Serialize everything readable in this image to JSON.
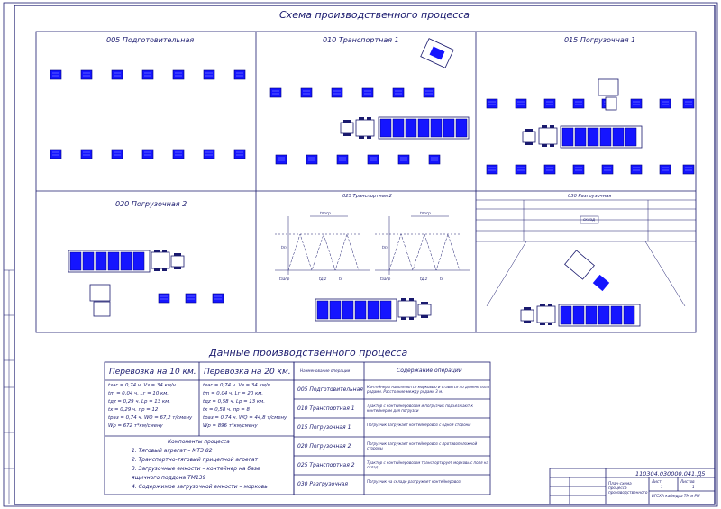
{
  "title": "Схема производственного процесса",
  "panels": {
    "p005": "005 Подготовительная",
    "p010": "010 Транспортная 1",
    "p015": "015 Погрузочная 1",
    "p020": "020 Погрузочная 2",
    "p025": "025 Транспортная 2",
    "p030": "030 Разгрузочная"
  },
  "diagram_labels": {
    "tpogr": "tпогр",
    "tm": "tm",
    "txx": "tх",
    "tdz": "tд.z",
    "tzagr": "tзагр",
    "sklad": "склад"
  },
  "data_title": "Данные производственного процесса",
  "transport": {
    "h10": "Перевозка на 10 км.",
    "h20": "Перевозка на 20 км.",
    "col10": [
      "tзаг = 0,74 ч.   Vз = 34 км/ч",
      "tm = 0,04 ч.     Lг = 10 км.",
      "tдz = 0,29 ч.    Lр = 13 км.",
      "tх = 0,29 ч.     пр = 12",
      "tраз = 0,74 ч.   WQ = 67,2 т/смену",
      "Wр = 672 т*км/смену"
    ],
    "col20": [
      "tзаг = 0,74 ч.   Vз = 34 км/ч",
      "tm = 0,04 ч.     Lг = 20 км.",
      "tдz = 0,58 ч.    Lр = 13 км.",
      "tх = 0,58 ч.     пр = 8",
      "tраз = 0,74 ч.   WQ = 44,8 т/смену",
      "Wр = 896 т*км/смену"
    ],
    "components_title": "Компоненты процесса",
    "components": [
      "1. Тяговый агрегат – МТЗ 82",
      "2. Транспортно-тяговый прицепной агрегат",
      "3. Загрузочные емкости – контейнер на базе",
      "    ящичного поддона ТМ139",
      "4. Содержимое загрузочной емкости – морковь"
    ]
  },
  "ops": {
    "h_name": "Наименование операции",
    "h_content": "Содержание операции",
    "rows": [
      {
        "name": "005 Подготовительная",
        "content": "Контейнеры наполняются морковью и ставятся по длинне поля рядами. Расстояние между рядами 3 м."
      },
      {
        "name": "010 Транспортная 1",
        "content": "Трактор с контейнеровозом и погрузчик подъезжают к контейнерам для погрузки"
      },
      {
        "name": "015 Погрузочная 1",
        "content": "Погрузчик загружает контейнеровоз с одной стороны"
      },
      {
        "name": "020 Погрузочная 2",
        "content": "Погрузчик загружает контейнеровоз с противоположной стороны"
      },
      {
        "name": "025 Транспортная 2",
        "content": "Трактор с контейнеровозом транспортирует морковь с поля на склад"
      },
      {
        "name": "030 Разгрузочная",
        "content": "Погрузчик на складе разгружает контейнеровоз"
      }
    ]
  },
  "stamp": {
    "code": "110304.030000.041.Д5",
    "doc": "План-схема процесса производственного",
    "org": "ВГСХА кафедра ТМ и РМ",
    "sheet_label": "Лист",
    "sheets_label": "Листов",
    "sheet_no": "1",
    "sheets_no": "1"
  },
  "colors": {
    "line": "#1a1a6e",
    "box": "#1515ff"
  }
}
